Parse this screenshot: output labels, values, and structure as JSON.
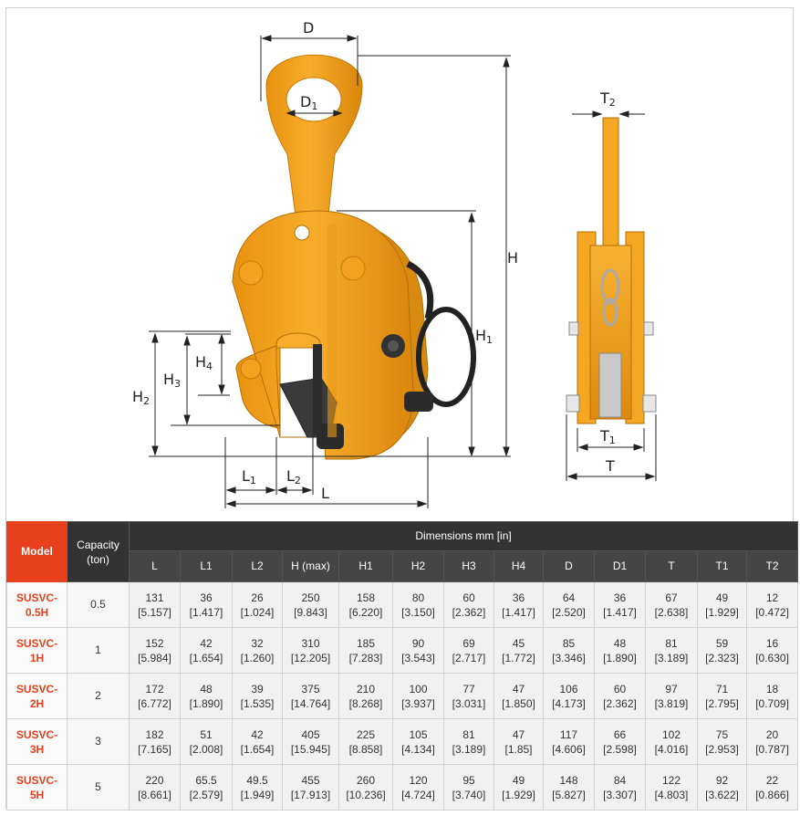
{
  "figure": {
    "labels": {
      "D": "D",
      "D1": "D",
      "D1_sub": "1",
      "H": "H",
      "H1": "H",
      "H1_sub": "1",
      "H2": "H",
      "H2_sub": "2",
      "H3": "H",
      "H3_sub": "3",
      "H4": "H",
      "H4_sub": "4",
      "L": "L",
      "L1": "L",
      "L1_sub": "1",
      "L2": "L",
      "L2_sub": "2",
      "T": "T",
      "T1": "T",
      "T1_sub": "1",
      "T2": "T",
      "T2_sub": "2"
    }
  },
  "table": {
    "model_header": "Model",
    "capacity_header_line1": "Capacity",
    "capacity_header_line2": "(ton)",
    "dimensions_header": "Dimensions mm [in]",
    "columns": [
      "L",
      "L1",
      "L2",
      "H (max)",
      "H1",
      "H2",
      "H3",
      "H4",
      "D",
      "D1",
      "T",
      "T1",
      "T2"
    ],
    "rows": [
      {
        "model_line1": "SUSVC-",
        "model_line2": "0.5H",
        "capacity": "0.5",
        "values": [
          [
            "131",
            "[5.157]"
          ],
          [
            "36",
            "[1.417]"
          ],
          [
            "26",
            "[1.024]"
          ],
          [
            "250",
            "[9.843]"
          ],
          [
            "158",
            "[6.220]"
          ],
          [
            "80",
            "[3.150]"
          ],
          [
            "60",
            "[2.362]"
          ],
          [
            "36",
            "[1.417]"
          ],
          [
            "64",
            "[2.520]"
          ],
          [
            "36",
            "[1.417]"
          ],
          [
            "67",
            "[2.638]"
          ],
          [
            "49",
            "[1.929]"
          ],
          [
            "12",
            "[0.472]"
          ]
        ]
      },
      {
        "model_line1": "SUSVC-",
        "model_line2": "1H",
        "capacity": "1",
        "values": [
          [
            "152",
            "[5.984]"
          ],
          [
            "42",
            "[1.654]"
          ],
          [
            "32",
            "[1.260]"
          ],
          [
            "310",
            "[12.205]"
          ],
          [
            "185",
            "[7.283]"
          ],
          [
            "90",
            "[3.543]"
          ],
          [
            "69",
            "[2.717]"
          ],
          [
            "45",
            "[1.772]"
          ],
          [
            "85",
            "[3.346]"
          ],
          [
            "48",
            "[1.890]"
          ],
          [
            "81",
            "[3.189]"
          ],
          [
            "59",
            "[2.323]"
          ],
          [
            "16",
            "[0.630]"
          ]
        ]
      },
      {
        "model_line1": "SUSVC-",
        "model_line2": "2H",
        "capacity": "2",
        "values": [
          [
            "172",
            "[6.772]"
          ],
          [
            "48",
            "[1.890]"
          ],
          [
            "39",
            "[1.535]"
          ],
          [
            "375",
            "[14.764]"
          ],
          [
            "210",
            "[8.268]"
          ],
          [
            "100",
            "[3.937]"
          ],
          [
            "77",
            "[3.031]"
          ],
          [
            "47",
            "[1.850]"
          ],
          [
            "106",
            "[4.173]"
          ],
          [
            "60",
            "[2.362]"
          ],
          [
            "97",
            "[3.819]"
          ],
          [
            "71",
            "[2.795]"
          ],
          [
            "18",
            "[0.709]"
          ]
        ]
      },
      {
        "model_line1": "SUSVC-",
        "model_line2": "3H",
        "capacity": "3",
        "values": [
          [
            "182",
            "[7.165]"
          ],
          [
            "51",
            "[2.008]"
          ],
          [
            "42",
            "[1.654]"
          ],
          [
            "405",
            "[15.945]"
          ],
          [
            "225",
            "[8.858]"
          ],
          [
            "105",
            "[4.134]"
          ],
          [
            "81",
            "[3.189]"
          ],
          [
            "47",
            "[1.85]"
          ],
          [
            "117",
            "[4.606]"
          ],
          [
            "66",
            "[2.598]"
          ],
          [
            "102",
            "[4.016]"
          ],
          [
            "75",
            "[2.953]"
          ],
          [
            "20",
            "[0.787]"
          ]
        ]
      },
      {
        "model_line1": "SUSVC-",
        "model_line2": "5H",
        "capacity": "5",
        "values": [
          [
            "220",
            "[8.661]"
          ],
          [
            "65.5",
            "[2.579]"
          ],
          [
            "49.5",
            "[1.949]"
          ],
          [
            "455",
            "[17.913]"
          ],
          [
            "260",
            "[10.236]"
          ],
          [
            "120",
            "[4.724]"
          ],
          [
            "95",
            "[3.740]"
          ],
          [
            "49",
            "[1.929]"
          ],
          [
            "148",
            "[5.827]"
          ],
          [
            "84",
            "[3.307]"
          ],
          [
            "122",
            "[4.803]"
          ],
          [
            "92",
            "[3.622]"
          ],
          [
            "22",
            "[0.866]"
          ]
        ]
      }
    ]
  },
  "colors": {
    "accent": "#e8401c",
    "header_dark": "#333333",
    "clamp_orange": "#f5a623",
    "clamp_shadow": "#d98a10",
    "cell_bg": "#f1f1f1"
  }
}
